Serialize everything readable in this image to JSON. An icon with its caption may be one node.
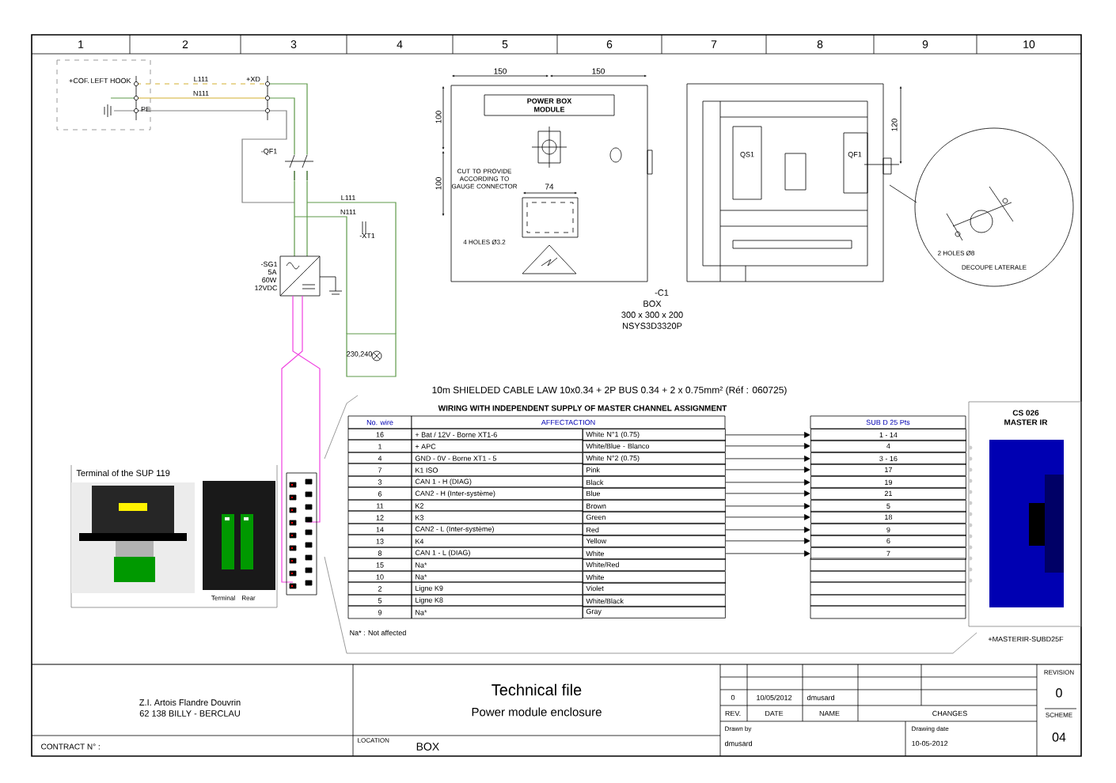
{
  "diagram": {
    "title": "Technical file",
    "nodes": [
      {
        "text": [
          "POWER BOX MODULE"
        ]
      },
      {
        "text": [
          "Terminal of the SUP 119"
        ]
      },
      {
        "text": [
          "White N°1 (0.75)"
        ]
      },
      {
        "text": [
          "White/Blue - Blanco"
        ]
      },
      {
        "text": [
          "White N°2 (0.75)"
        ]
      },
      {
        "text": [
          "Pink"
        ]
      },
      {
        "text": [
          "Black"
        ]
      },
      {
        "text": [
          "Blue"
        ]
      },
      {
        "text": [
          "Brown"
        ]
      },
      {
        "text": [
          "Green"
        ]
      },
      {
        "text": [
          "Red"
        ]
      },
      {
        "text": [
          "Yellow"
        ]
      },
      {
        "text": [
          "White"
        ]
      },
      {
        "text": [
          "White/Red"
        ]
      },
      {
        "text": [
          "White"
        ]
      },
      {
        "text": [
          "Violet"
        ]
      },
      {
        "text": [
          "White/Black"
        ]
      },
      {
        "text": [
          "1 - 14"
        ]
      },
      {
        "text": [
          "4"
        ]
      },
      {
        "text": [
          "3 - 16"
        ]
      },
      {
        "text": [
          "17"
        ]
      },
      {
        "text": [
          "19"
        ]
      },
      {
        "text": [
          "21"
        ]
      },
      {
        "text": [
          "5"
        ]
      },
      {
        "text": [
          "18"
        ]
      },
      {
        "text": [
          "9"
        ]
      },
      {
        "text": [
          "6"
        ]
      },
      {
        "text": [
          "7"
        ]
      },
      {
        "text": [
          "CS 026",
          "MASTER IR"
        ]
      },
      {
        "text": [
          "Gray"
        ]
      }
    ],
    "edges": [
      {
        "from": 2,
        "to": 17,
        "arrow": "to"
      },
      {
        "from": 3,
        "to": 18,
        "arrow": "to"
      },
      {
        "from": 4,
        "to": 19,
        "arrow": "to"
      },
      {
        "from": 5,
        "to": 20,
        "arrow": "to"
      },
      {
        "from": 6,
        "to": 21,
        "arrow": "to"
      },
      {
        "from": 7,
        "to": 22,
        "arrow": "to"
      },
      {
        "from": 8,
        "to": 23,
        "arrow": "to"
      },
      {
        "from": 9,
        "to": 24,
        "arrow": "to"
      },
      {
        "from": 10,
        "to": 25,
        "arrow": "to"
      },
      {
        "from": 11,
        "to": 26,
        "arrow": "to"
      },
      {
        "from": 12,
        "to": 27,
        "arrow": "to"
      }
    ],
    "labels": [
      "1",
      "2",
      "3",
      "4",
      "5",
      "6",
      "7",
      "8",
      "9",
      "10",
      "+COF.",
      "LEFT HOOK",
      "L111",
      "N111",
      "PE",
      "+XD",
      "-QF1",
      "L111",
      "N111",
      "-XT1",
      "-SG1",
      "5A",
      "60W",
      "12VDC",
      "230,240",
      "150",
      "150",
      "100",
      "100",
      "74",
      "CUT TO PROVIDE ACCORDING TO GAUGE CONNECTOR",
      "4 HOLES Ø3.2",
      "-C1",
      "BOX",
      "300 x 300 x 200",
      "NSYS3D3320P",
      "120",
      "QS1",
      "QF1",
      "2 HOLES Ø8",
      "DECOUPE LATERALE",
      "10m SHIELDED CABLE LAW 10x0.34 + 2P BUS 0.34 + 2 x 0.75mm² (Réf : 060725)",
      "WIRING WITH INDEPENDENT SUPPLY OF MASTER CHANNEL ASSIGNMENT",
      "No. wire",
      "AFFECTACTION",
      "SUB D 25 Pts",
      "16",
      "+ Bat / 12V - Borne XT1-6",
      "1",
      "+ APC",
      "4",
      "GND - 0V - Borne XT1 - 5",
      "7",
      "K1 ISO",
      "3",
      "CAN 1 - H (DIAG)",
      "6",
      "CAN2 - H (Inter-système)",
      "11",
      "K2",
      "12",
      "K3",
      "14",
      "CAN2 - L (Inter-système)",
      "13",
      "K4",
      "8",
      "CAN 1 - L (DIAG)",
      "15",
      "Na*",
      "10",
      "Na*",
      "2",
      "Ligne K9",
      "5",
      "Ligne K8",
      "9",
      "Na*",
      "Na* : Not affected",
      "Terminal",
      "Rear",
      "+MASTERIR-SUBD25F",
      "Z.I. Artois Flandre Douvrin",
      "62 138 BILLY - BERCLAU",
      "CONTRACT N° :",
      "Power module enclosure",
      "LOCATION",
      "BOX",
      "0",
      "10/05/2012",
      "dmusard",
      "REV.",
      "DATE",
      "NAME",
      "CHANGES",
      "Drawn by",
      "dmusard",
      "Drawing date",
      "10-05-2012",
      "REVISION",
      "0",
      "SCHEME",
      "04"
    ]
  }
}
